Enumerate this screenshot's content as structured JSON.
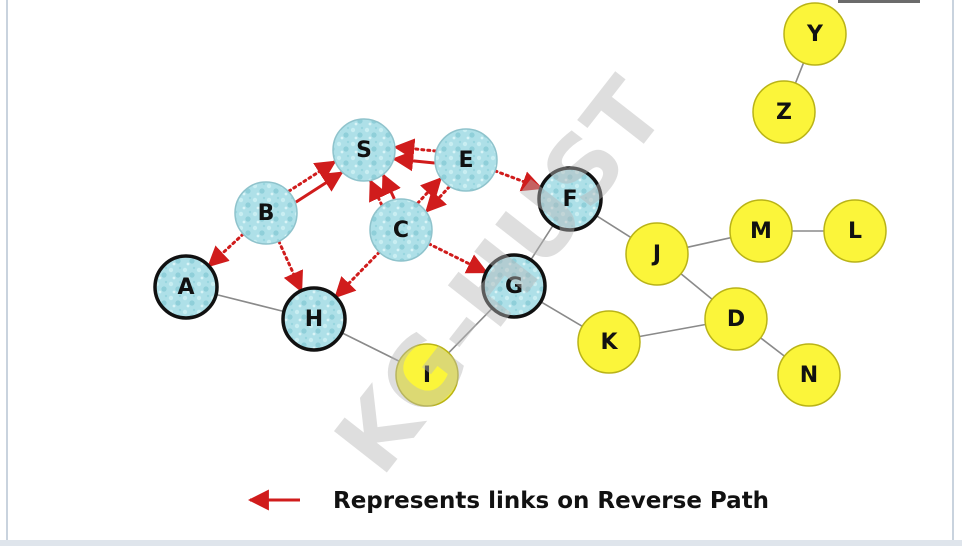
{
  "colors": {
    "cyan_node": "#aee0e8",
    "yellow_node": "#fbf53a",
    "plain_edge": "#8a8a8a",
    "reverse_link": "#d01c1c"
  },
  "nodes": [
    {
      "id": "S",
      "label": "S",
      "color": "cyan",
      "thick": false
    },
    {
      "id": "E",
      "label": "E",
      "color": "cyan",
      "thick": false
    },
    {
      "id": "B",
      "label": "B",
      "color": "cyan",
      "thick": false
    },
    {
      "id": "C",
      "label": "C",
      "color": "cyan",
      "thick": false
    },
    {
      "id": "F",
      "label": "F",
      "color": "cyan",
      "thick": true
    },
    {
      "id": "A",
      "label": "A",
      "color": "cyan",
      "thick": true
    },
    {
      "id": "H",
      "label": "H",
      "color": "cyan",
      "thick": true
    },
    {
      "id": "G",
      "label": "G",
      "color": "cyan",
      "thick": true
    },
    {
      "id": "I",
      "label": "I",
      "color": "yellow",
      "thick": false
    },
    {
      "id": "J",
      "label": "J",
      "color": "yellow",
      "thick": false
    },
    {
      "id": "M",
      "label": "M",
      "color": "yellow",
      "thick": false
    },
    {
      "id": "L",
      "label": "L",
      "color": "yellow",
      "thick": false
    },
    {
      "id": "K",
      "label": "K",
      "color": "yellow",
      "thick": false
    },
    {
      "id": "D",
      "label": "D",
      "color": "yellow",
      "thick": false
    },
    {
      "id": "N",
      "label": "N",
      "color": "yellow",
      "thick": false
    },
    {
      "id": "Y",
      "label": "Y",
      "color": "yellow",
      "thick": false
    },
    {
      "id": "Z",
      "label": "Z",
      "color": "yellow",
      "thick": false
    }
  ],
  "edges": [
    {
      "from": "A",
      "to": "H",
      "style": "plain"
    },
    {
      "from": "H",
      "to": "I",
      "style": "plain"
    },
    {
      "from": "I",
      "to": "G",
      "style": "plain"
    },
    {
      "from": "G",
      "to": "F",
      "style": "plain"
    },
    {
      "from": "G",
      "to": "K",
      "style": "plain"
    },
    {
      "from": "F",
      "to": "J",
      "style": "plain"
    },
    {
      "from": "J",
      "to": "M",
      "style": "plain"
    },
    {
      "from": "M",
      "to": "L",
      "style": "plain"
    },
    {
      "from": "J",
      "to": "D",
      "style": "plain"
    },
    {
      "from": "K",
      "to": "D",
      "style": "plain"
    },
    {
      "from": "D",
      "to": "N",
      "style": "plain"
    },
    {
      "from": "Y",
      "to": "Z",
      "style": "plain"
    },
    {
      "from": "E",
      "to": "S",
      "style": "reverse"
    },
    {
      "from": "B",
      "to": "S",
      "style": "reverse"
    },
    {
      "from": "C",
      "to": "S",
      "style": "reverse"
    },
    {
      "from": "E",
      "to": "S",
      "style": "dotted"
    },
    {
      "from": "B",
      "to": "S",
      "style": "dotted"
    },
    {
      "from": "C",
      "to": "S",
      "style": "dotted"
    },
    {
      "from": "E",
      "to": "C",
      "style": "dotted"
    },
    {
      "from": "C",
      "to": "E",
      "style": "dotted"
    },
    {
      "from": "E",
      "to": "F",
      "style": "dotted"
    },
    {
      "from": "B",
      "to": "A",
      "style": "dotted"
    },
    {
      "from": "B",
      "to": "H",
      "style": "dotted"
    },
    {
      "from": "C",
      "to": "H",
      "style": "dotted"
    },
    {
      "from": "C",
      "to": "G",
      "style": "dotted"
    }
  ],
  "legend": {
    "text": "Represents links on Reverse Path",
    "symbol": "reverse-link-arrow"
  },
  "watermark": {
    "text": "KG-HUST"
  }
}
